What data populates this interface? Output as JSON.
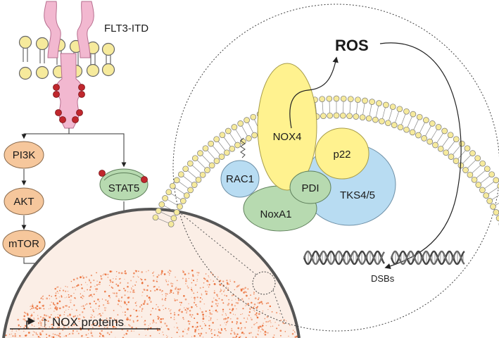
{
  "receptor": {
    "label": "FLT3-ITD"
  },
  "pathway": {
    "pi3k": "PI3K",
    "akt": "AKT",
    "mtor": "mTOR",
    "stat5": "STAT5"
  },
  "nucleus": {
    "arrow_glyph": "↑",
    "output": "NOX proteins"
  },
  "complex": {
    "nox4": "NOX4",
    "p22": "p22",
    "rac1": "RAC1",
    "pdi": "PDI",
    "tks": "TKS4/5",
    "noxa1": "NoxA1"
  },
  "products": {
    "ros": "ROS",
    "dsbs": "DSBs"
  },
  "colors": {
    "orange": "#f6c79c",
    "green": "#b7dab0",
    "yellow": "#fff28f",
    "blue": "#b8dcf2",
    "pink": "#f2b8d0",
    "phospho": "#c0272d",
    "lipid": "#f6ea9c",
    "nucleus_dots": "#e9662c"
  }
}
